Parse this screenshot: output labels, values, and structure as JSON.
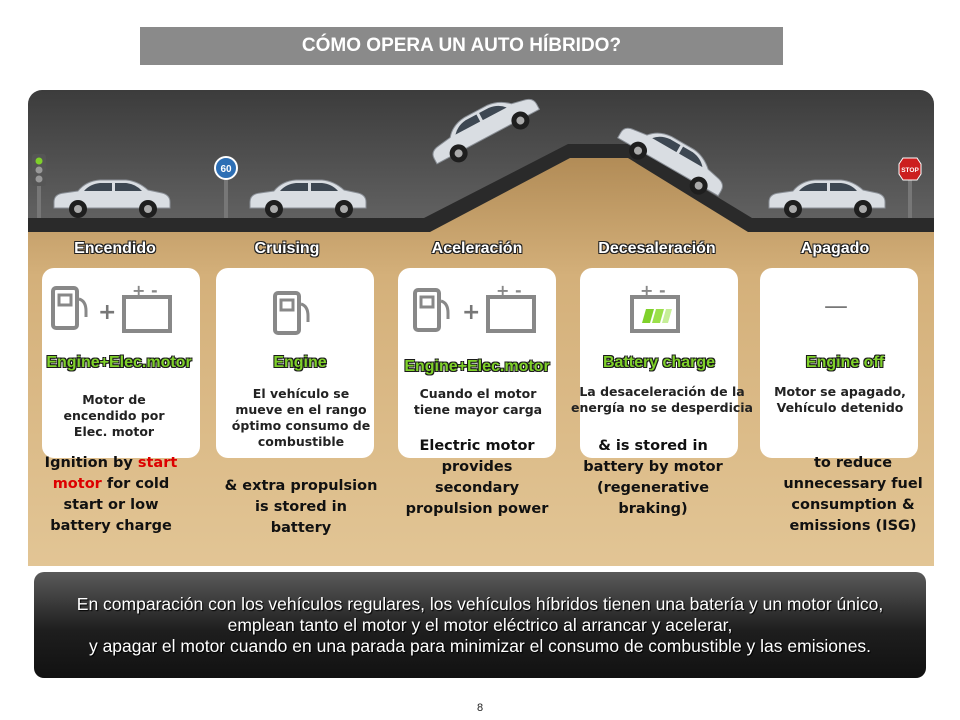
{
  "title": "CÓMO OPERA UN AUTO HÍBRIDO?",
  "signs": {
    "speed": "60",
    "stop": "STOP"
  },
  "stages": [
    {
      "label": "Encendido",
      "mode": "Engine+Elec.motor",
      "desc": "Motor de encendido por Elec. motor",
      "detail_pre": "Ignition by",
      "detail_red": "start motor",
      "detail_post": "for cold start or low battery charge"
    },
    {
      "label": "Cruising",
      "mode": "Engine",
      "desc": "El vehículo se mueve en el rango óptimo consumo de combustible",
      "detail": "& extra propulsion is stored in battery"
    },
    {
      "label": "Aceleración",
      "mode": "Engine+Elec.motor",
      "desc": "Cuando el motor tiene mayor carga",
      "detail": "Electric motor provides secondary propulsion power"
    },
    {
      "label": "Decesaleración",
      "mode": "Battery charge",
      "desc": "La desaceleración de la energía no se desperdicia",
      "detail": "& is stored in battery by motor (regenerative braking)"
    },
    {
      "label": "Apagado",
      "mode": "Engine off",
      "desc": "Motor se apagado, Vehículo detenido",
      "detail": "to reduce unnecessary fuel consumption & emissions (ISG)"
    }
  ],
  "plus": "+",
  "dash": "—",
  "battery_signs": "+ -",
  "summary": [
    "En comparación con los vehículos regulares, los vehículos híbridos tienen una batería y un motor único,",
    "emplean tanto el motor y el motor eléctrico al arrancar y acelerar,",
    "y apagar el motor cuando en una parada para minimizar el consumo de combustible y las emisiones."
  ],
  "page_number": "8",
  "colors": {
    "mode_text": "#7fd12a",
    "accent_red": "#dd0000",
    "ground": "#c9a36a"
  }
}
